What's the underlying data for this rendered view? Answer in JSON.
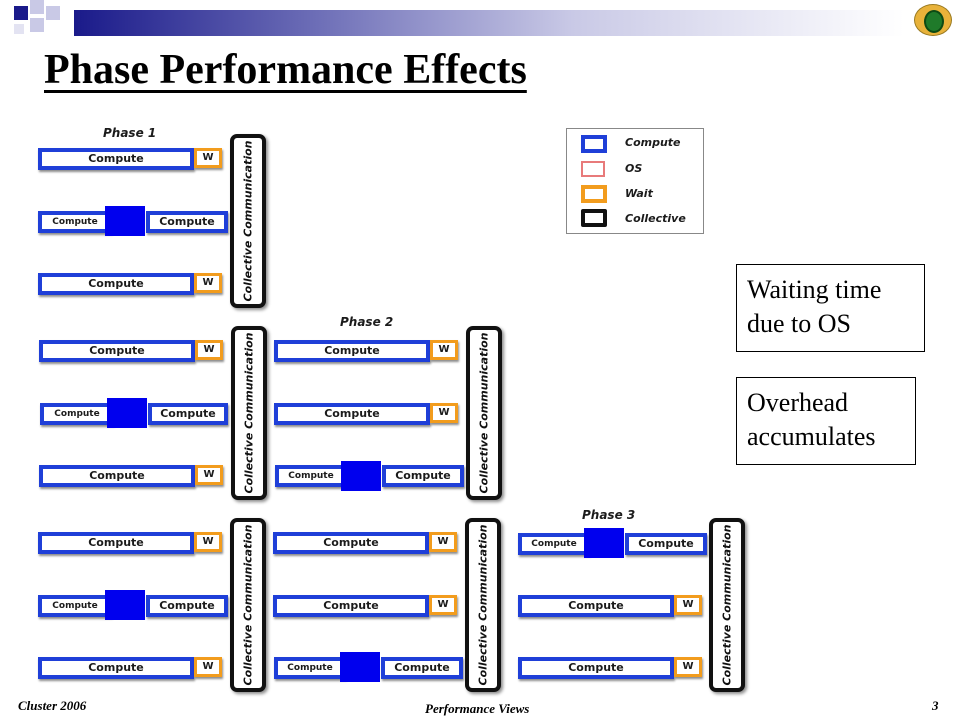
{
  "slide": {
    "title": "Phase Performance Effects",
    "accent_color": "#1a1a8a",
    "logo_icon": "oregon-o-logo-icon"
  },
  "diagram": {
    "phase_labels": [
      "Phase 1",
      "Phase 2",
      "Phase 3"
    ],
    "compute_label": "Compute",
    "wait_label": "W",
    "collective_label": "Collective Communication",
    "colors": {
      "compute": "#1f3fd8",
      "os": "#0000ee",
      "wait": "#f29c1d",
      "collective": "#111111"
    }
  },
  "legend": {
    "items": [
      "Compute",
      "OS",
      "Wait",
      "Collective"
    ]
  },
  "notes": {
    "waiting": "Waiting time due to OS",
    "overhead": "Overhead accumulates"
  },
  "footer": {
    "left": "Cluster 2006",
    "center": "Performance Views",
    "page": "3"
  }
}
